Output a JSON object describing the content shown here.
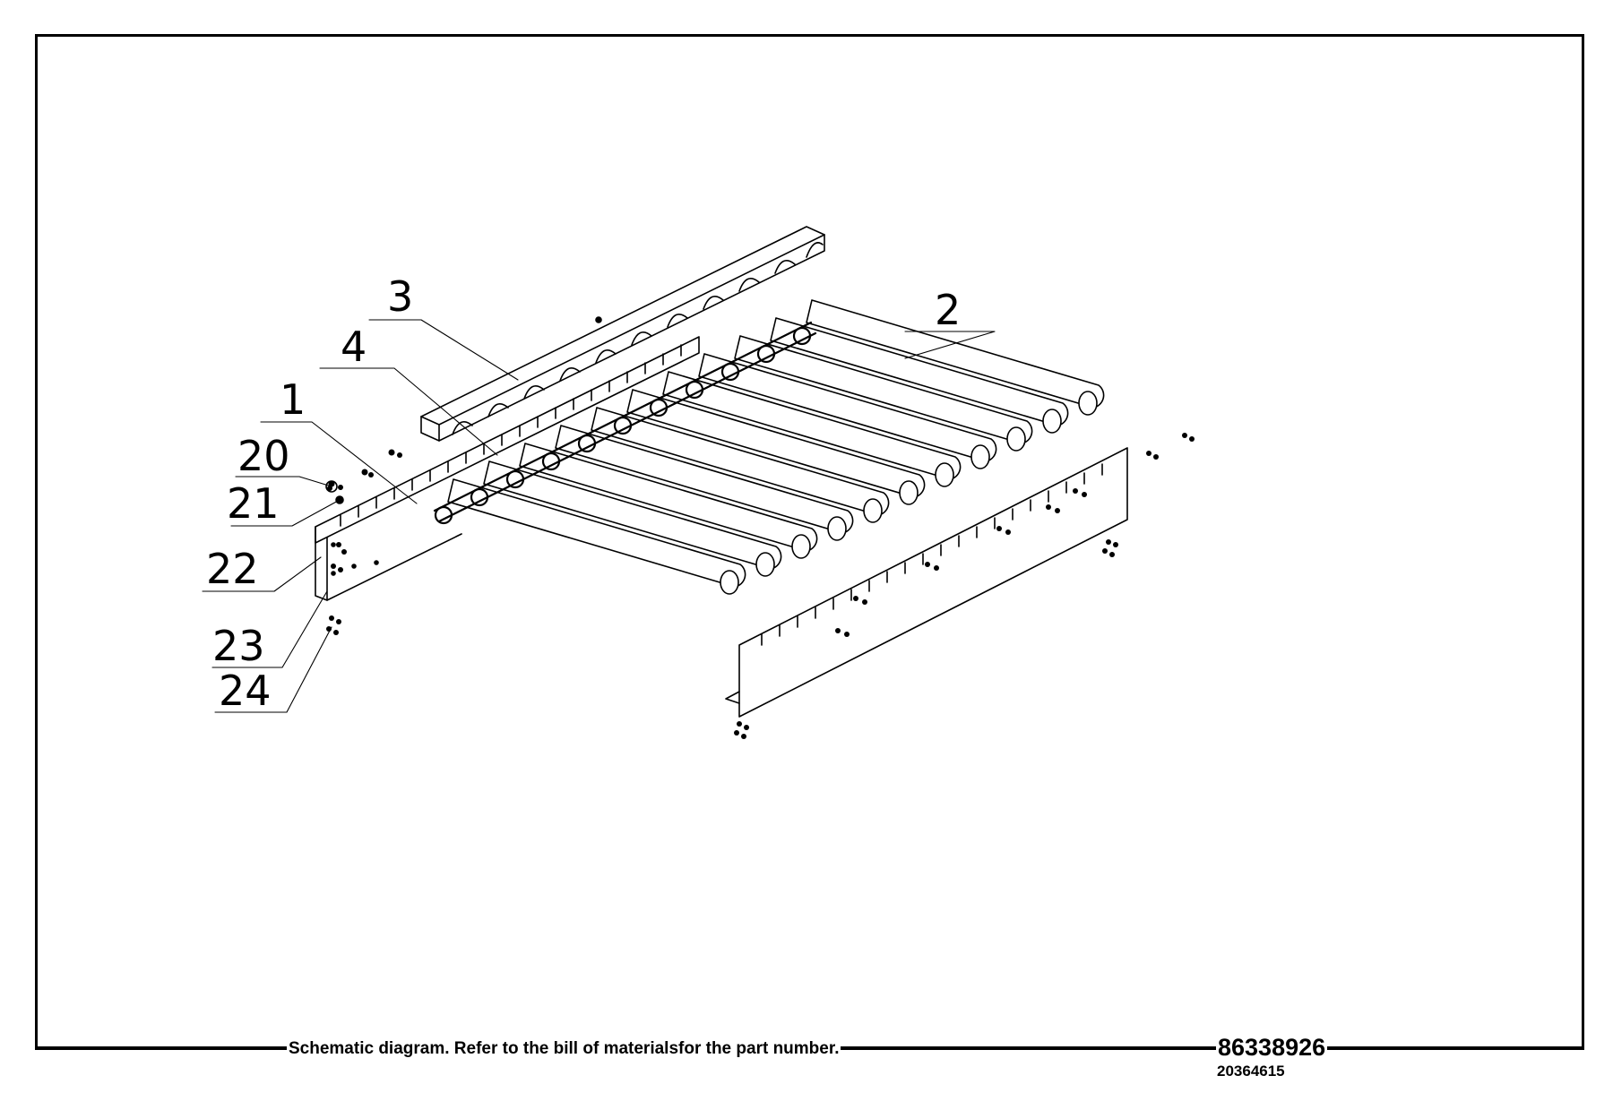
{
  "drawing": {
    "note": "Schematic diagram. Refer to the bill of materialsfor the part number.",
    "document_number": "86338926",
    "sub_number": "20364615"
  },
  "callouts": [
    {
      "id": "callout-1",
      "label": "1"
    },
    {
      "id": "callout-2",
      "label": "2"
    },
    {
      "id": "callout-3",
      "label": "3"
    },
    {
      "id": "callout-4",
      "label": "4"
    },
    {
      "id": "callout-20",
      "label": "20"
    },
    {
      "id": "callout-21",
      "label": "21"
    },
    {
      "id": "callout-22",
      "label": "22"
    },
    {
      "id": "callout-23",
      "label": "23"
    },
    {
      "id": "callout-24",
      "label": "24"
    }
  ]
}
